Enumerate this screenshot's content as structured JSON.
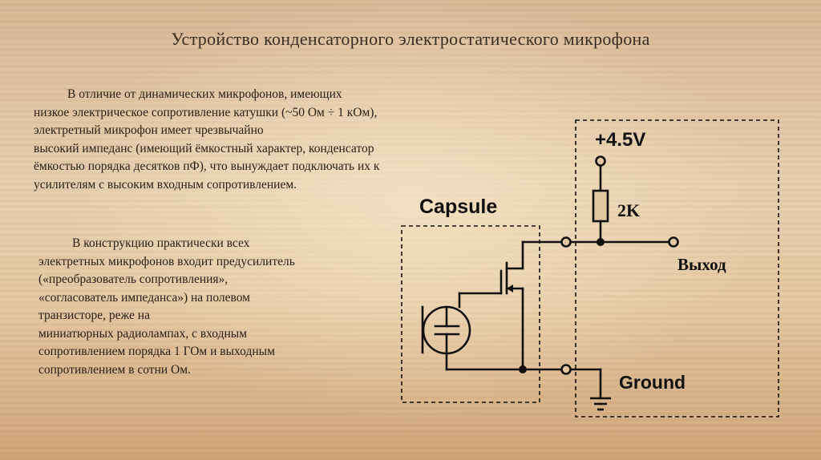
{
  "title": "Устройство конденсаторного электростатического микрофона",
  "paragraph1": [
    "В отличие от динамических микрофонов, имеющих",
    "низкое электрическое сопротивление катушки (~50 Ом ÷ 1 кОм),",
    "электретный микрофон имеет чрезвычайно",
    "высокий импеданс (имеющий ёмкостный характер, конденсатор",
    "ёмкостью порядка десятков пФ), что вынуждает подключать их к",
    "усилителям с высоким входным сопротивлением."
  ],
  "paragraph2": [
    "В конструкцию практически всех",
    "электретных микрофонов входит предусилитель",
    "(«преобразователь сопротивления»,",
    "«согласователь импеданса») на полевом",
    "транзисторе, реже на",
    "миниатюрных радиолампах, с входным",
    "сопротивлением порядка 1 ГОм и выходным",
    "сопротивлением в сотни Ом."
  ],
  "diagram": {
    "capsule_label": "Capsule",
    "supply_label": "+4.5V",
    "resistor_label": "2K",
    "output_label": "Выход",
    "ground_label": "Ground"
  }
}
